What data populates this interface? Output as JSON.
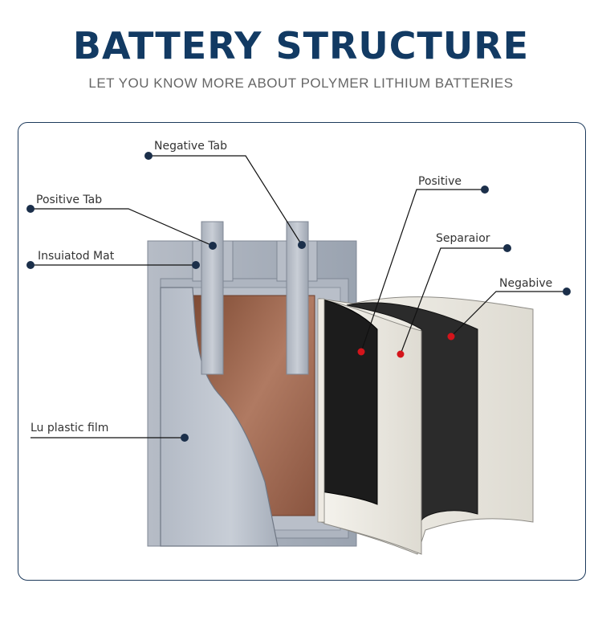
{
  "header": {
    "title": "BATTERY STRUCTURE",
    "subtitle": "LET YOU KNOW MORE ABOUT POLYMER LITHIUM BATTERIES"
  },
  "labels": {
    "negative_tab": "Negative Tab",
    "positive_tab": "Positive Tab",
    "insulated_mat": "Insuiatod Mat",
    "plastic_film": "Lu plastic film",
    "positive": "Positive",
    "separator": "Separaior",
    "negative": "Negabive"
  },
  "colors": {
    "title": "#123a63",
    "frame": "#1d3a5c",
    "marker_dark": "#1b2f4a",
    "marker_red": "#d4141b",
    "copper": "#a06a4f",
    "casing": "#a9b1bd"
  }
}
